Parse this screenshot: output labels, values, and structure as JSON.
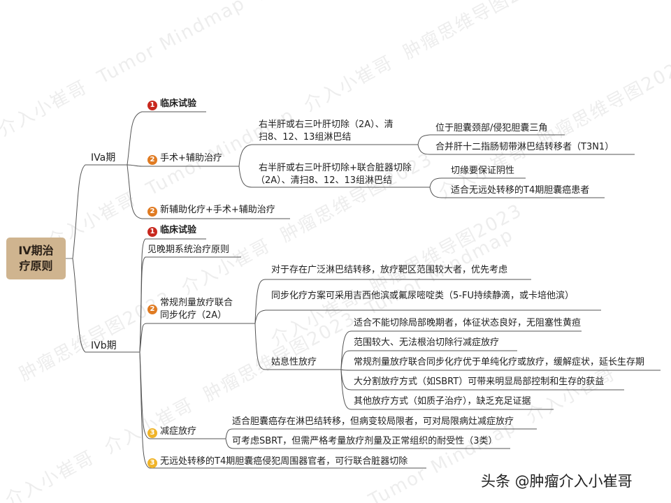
{
  "root": {
    "label": "IV期治疗原则",
    "line1": "IV期治",
    "line2": "疗原则",
    "bg_color": "#cfb48f"
  },
  "badge_colors": {
    "1": "#c8281e",
    "2": "#e07b22",
    "3": "#f0b429"
  },
  "stages": [
    {
      "label": "IVa期",
      "children": [
        {
          "priority": "1",
          "label": "临床试验",
          "bold": true
        },
        {
          "priority": "2",
          "label": "手术+辅助治疗",
          "children": [
            {
              "label": "右半肝或右三叶肝切除（2A）、清扫8、12、13组淋巴结",
              "line1": "右半肝或右三叶肝切除（2A）、清",
              "line2": "扫8、12、13组淋巴结",
              "children": [
                {
                  "label": "位于胆囊颈部/侵犯胆囊三角"
                },
                {
                  "label": "合并肝十二指肠韧带淋巴结转移者（T3N1）"
                }
              ]
            },
            {
              "label": "右半肝或右三叶肝切除+联合脏器切除（2A）、清扫8、12、13组淋巴结",
              "line1": "右半肝或右三叶肝切除+联合脏器切除",
              "line2": "（2A）、清扫8、12、13组淋巴结",
              "children": [
                {
                  "label": "切缘要保证阴性"
                },
                {
                  "label": "适合无远处转移的T4期胆囊癌患者"
                }
              ]
            }
          ]
        },
        {
          "priority": "2",
          "label": "新辅助化疗+手术+辅助治疗"
        }
      ]
    },
    {
      "label": "IVb期",
      "children": [
        {
          "priority": "1",
          "label": "临床试验",
          "bold": true
        },
        {
          "label": "见晚期系统治疗原则"
        },
        {
          "priority": "2",
          "label": "常规剂量放疗联合同步化疗（2A）",
          "line1": "常规剂量放疗联合",
          "line2": "同步化疗（2A）",
          "children": [
            {
              "label": "对于存在广泛淋巴结转移，放疗靶区范围较大者，优先考虑"
            },
            {
              "label": "同步化疗方案可采用吉西他滨或氟尿嘧啶类（5-FU持续静滴，或卡培他滨）"
            },
            {
              "label": "姑息性放疗",
              "children": [
                {
                  "label": "适合不能切除局部晚期者，体征状态良好，无阻塞性黄疸"
                },
                {
                  "label": "范围较大、无法根治切除行减症放疗"
                },
                {
                  "label": "常规剂量放疗联合同步化疗优于单纯化疗或放疗，缓解症状，延长生存期"
                },
                {
                  "label": "大分割放疗方式（如SBRT）可带来明显局部控制和生存的获益"
                },
                {
                  "label": "其他放疗方式（如质子治疗），缺乏充足证据"
                }
              ]
            }
          ]
        },
        {
          "priority": "3",
          "label": "减症放疗",
          "children": [
            {
              "label": "适合胆囊癌存在淋巴结转移，但病变较局限者，可对局限病灶减症放疗"
            },
            {
              "label": "可考虑SBRT，但需严格考量放疗剂量及正常组织的耐受性（3类）"
            }
          ]
        },
        {
          "priority": "3",
          "label": "无远处转移的T4期胆囊癌侵犯周围器官者，可行联合脏器切除"
        }
      ]
    }
  ],
  "watermarks": [
    "介入小崔哥",
    "Tumor Mindmap",
    "肿瘤思维导图2023"
  ],
  "footer": {
    "text": "头条 @肿瘤介入小崔哥"
  }
}
